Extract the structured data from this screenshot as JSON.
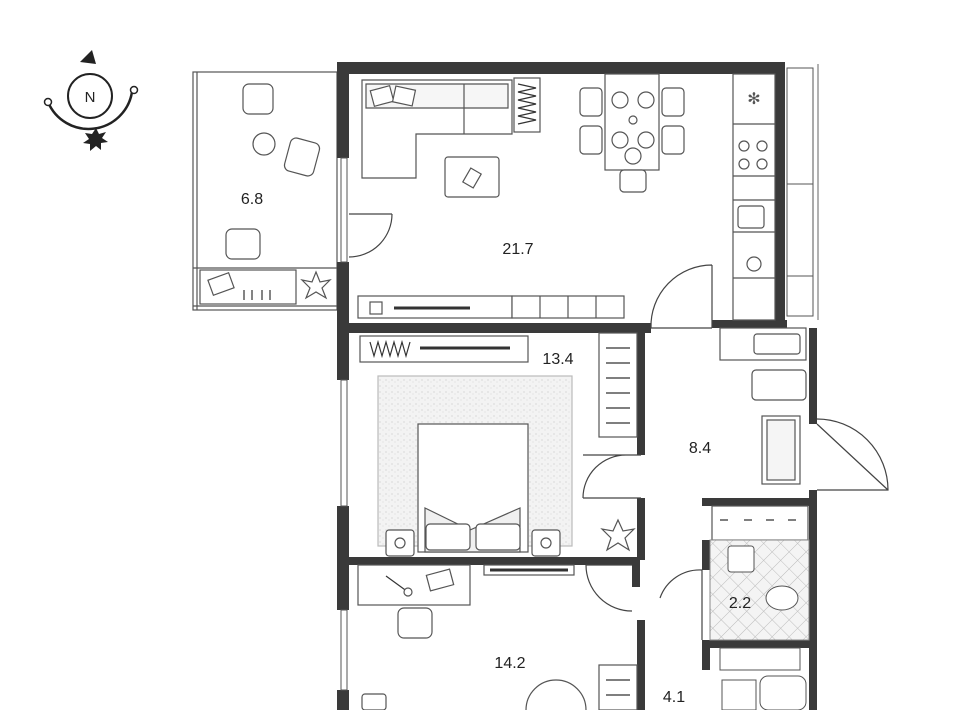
{
  "compass": {
    "letter": "N"
  },
  "rooms": [
    {
      "id": "balcony",
      "area": "6.8"
    },
    {
      "id": "living-kitchen",
      "area": "21.7"
    },
    {
      "id": "bedroom",
      "area": "13.4"
    },
    {
      "id": "hallway",
      "area": "8.4"
    },
    {
      "id": "bathroom",
      "area": "2.2"
    },
    {
      "id": "second-bedroom",
      "area": "14.2"
    },
    {
      "id": "second-bathroom",
      "area": "4.1"
    }
  ],
  "colors": {
    "wall": "#3a3a3a",
    "line": "#444444",
    "background": "#ffffff",
    "tile": "#e6e6e6"
  }
}
